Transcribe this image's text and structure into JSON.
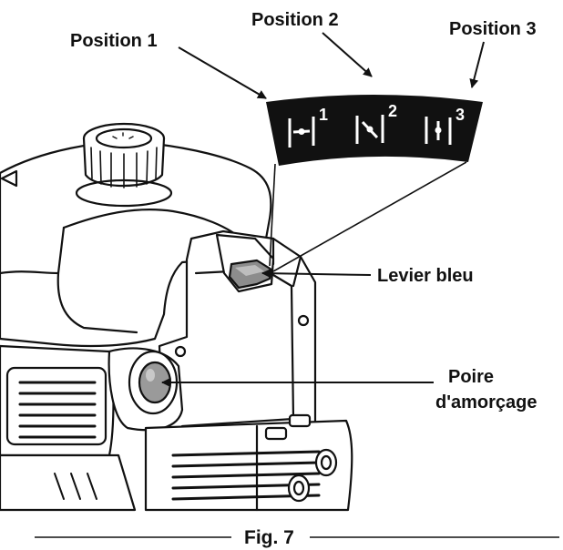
{
  "labels": {
    "position_1": "Position 1",
    "position_2": "Position 2",
    "position_3": "Position 3",
    "levier_bleu": "Levier bleu",
    "poire_line1": "Poire",
    "poire_line2": "d'amorçage"
  },
  "dial": {
    "mark_1": "1",
    "mark_2": "2",
    "mark_3": "3"
  },
  "caption": "Fig. 7",
  "colors": {
    "ink": "#111111",
    "dial_background": "#111111",
    "dial_text": "#ffffff",
    "primer_bulb": "#9a9a9a",
    "lever": "#8c8c8c"
  }
}
